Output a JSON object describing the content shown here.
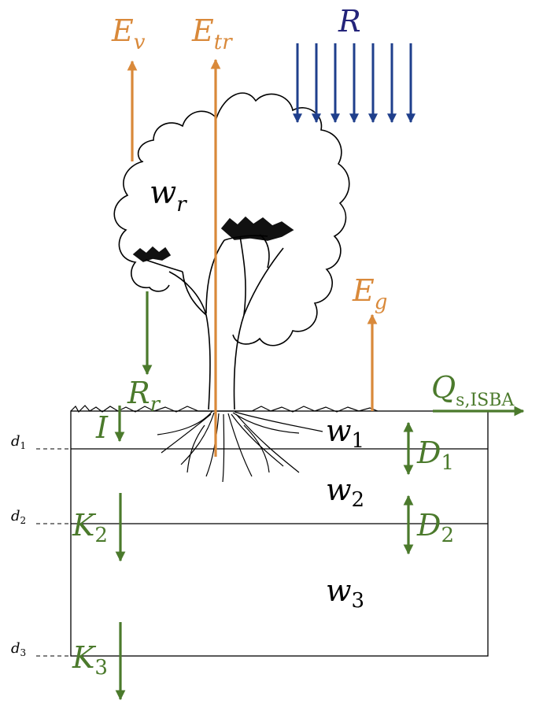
{
  "colors": {
    "evap": "#d9893a",
    "water": "#4b7a2c",
    "radiation": "#1f3f8c",
    "radiation_label": "#24247a",
    "line": "#000000"
  },
  "icons": {
    "tree": "tree-illustration"
  },
  "labels": {
    "Ev_main": "E",
    "Ev_sub": "v",
    "Etr_main": "E",
    "Etr_sub": "tr",
    "R": "R",
    "wr_main": "w",
    "wr_sub": "r",
    "Eg_main": "E",
    "Eg_sub": "g",
    "Rr_main": "R",
    "Rr_sub": "r",
    "Qs_main": "Q",
    "Qs_sub": "s,ISBA",
    "I": "I",
    "w1_main": "w",
    "w1_sub": "1",
    "w2_main": "w",
    "w2_sub": "2",
    "w3_main": "w",
    "w3_sub": "3",
    "D1_main": "D",
    "D1_sub": "1",
    "D2_main": "D",
    "D2_sub": "2",
    "K2_main": "K",
    "K2_sub": "2",
    "K3_main": "K",
    "K3_sub": "3",
    "d1_main": "d",
    "d1_sub": "1",
    "d2_main": "d",
    "d2_sub": "2",
    "d3_main": "d",
    "d3_sub": "3"
  }
}
